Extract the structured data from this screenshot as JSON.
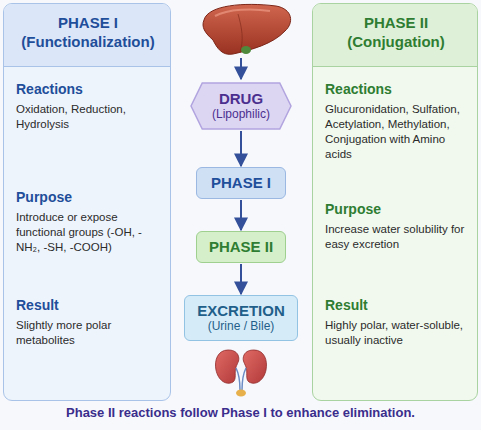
{
  "diagram": {
    "caption": "Phase II reactions follow Phase I to enhance elimination.",
    "nodes": [
      {
        "text": [
          "PHASE I (Functionalization)",
          "Reactions",
          "Oxidation, Reduction, Hydrolysis",
          "Purpose",
          "Introduce or expose functional groups (-OH, -NH₂, -SH, -COOH)",
          "Result",
          "Slightly more polar metabolites"
        ]
      },
      {
        "text": [
          "DRUG",
          "(Lipophilic)"
        ]
      },
      {
        "text": [
          "PHASE I"
        ]
      },
      {
        "text": [
          "PHASE II"
        ]
      },
      {
        "text": [
          "EXCRETION",
          "(Urine / Bile)"
        ]
      },
      {
        "text": [
          "PHASE II (Conjugation)",
          "Reactions",
          "Glucuronidation, Sulfation, Acetylation, Methylation, Conjugation with Amino acids",
          "Purpose",
          "Increase water solubility for easy excretion",
          "Result",
          "Highly polar, water-soluble, usually inactive"
        ]
      }
    ],
    "edges": [
      {
        "from": 1,
        "to": 2,
        "arrow": "to"
      },
      {
        "from": 2,
        "to": 3,
        "arrow": "to"
      },
      {
        "from": 3,
        "to": 4,
        "arrow": "to"
      }
    ]
  }
}
